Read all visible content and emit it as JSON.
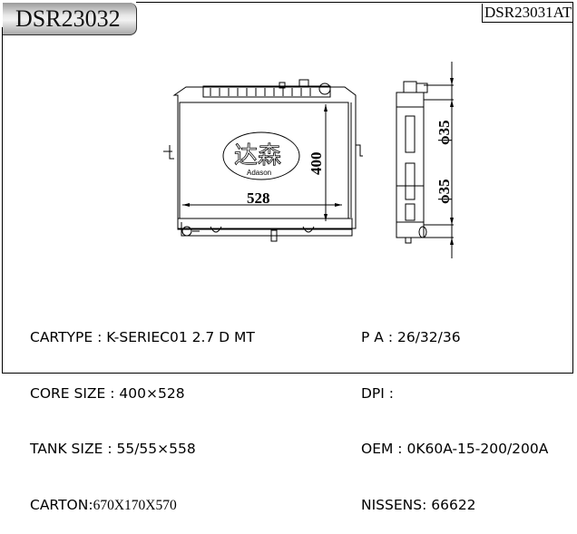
{
  "header": {
    "part_number": "DSR23032",
    "alt_part_number": "DSR23031AT"
  },
  "drawing": {
    "width_dim": "528",
    "height_dim": "400",
    "inlet_dia": "ϕ35",
    "outlet_dia": "ϕ35",
    "logo_cn": "达森",
    "logo_en": "Adason"
  },
  "specs_left": [
    {
      "label": "CARTYPE",
      "sep": " : ",
      "value": "K-SERIEC01 2.7 D MT"
    },
    {
      "label": "CORE SIZE",
      "sep": " : ",
      "value": "400×528"
    },
    {
      "label": "TANK SIZE",
      "sep": " : ",
      "value": "55/55×558"
    },
    {
      "label": "CARTON",
      "sep": ":",
      "value": "670X170X570"
    }
  ],
  "specs_right": [
    {
      "label": "P A",
      "sep": " : ",
      "value": "26/32/36"
    },
    {
      "label": "DPI",
      "sep": " : ",
      "value": ""
    },
    {
      "label": "OEM",
      "sep": " : ",
      "value": "0K60A-15-200/200A"
    },
    {
      "label": "NISSENS",
      "sep": ": ",
      "value": "66622"
    }
  ]
}
